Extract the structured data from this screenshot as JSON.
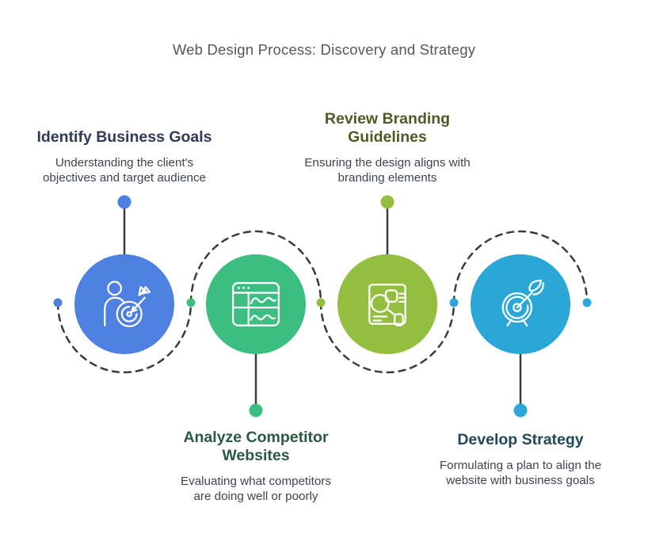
{
  "title": "Web Design Process: Discovery and Strategy",
  "colors": {
    "background": "#FFFFFF",
    "connector_line": "#3B3B3B",
    "title_text": "#56575B",
    "description_text": "#3D4450",
    "icon_stroke": "#FFFFFF"
  },
  "rail_dots": [
    "#4E80E1",
    "#3CBE80",
    "#93BE3F",
    "#2AA7D7",
    "#2AA7D7"
  ],
  "steps": [
    {
      "heading": "Identify Business Goals",
      "heading_lines": [
        "Identify Business Goals"
      ],
      "description": "Understanding the client's objectives and target audience",
      "desc_lines": [
        "Understanding the client's",
        "objectives and target audience"
      ],
      "heading_color": "#2F3B52",
      "circle_color": "#4E80E1",
      "icon": "person-target-icon",
      "label_position": "top"
    },
    {
      "heading": "Analyze Competitor Websites",
      "heading_lines": [
        "Analyze Competitor",
        "Websites"
      ],
      "description": "Evaluating what competitors are doing well or poorly",
      "desc_lines": [
        "Evaluating what competitors",
        "are doing well or poorly"
      ],
      "heading_color": "#2B5A43",
      "circle_color": "#3CBE80",
      "icon": "browser-analytics-icon",
      "label_position": "bottom"
    },
    {
      "heading": "Review Branding Guidelines",
      "heading_lines": [
        "Review Branding",
        "Guidelines"
      ],
      "description": "Ensuring the design aligns with branding elements",
      "desc_lines": [
        "Ensuring the design aligns with",
        "branding elements"
      ],
      "heading_color": "#4D5B27",
      "circle_color": "#93BE3F",
      "icon": "brand-board-icon",
      "label_position": "top"
    },
    {
      "heading": "Develop Strategy",
      "heading_lines": [
        "Develop Strategy"
      ],
      "description": "Formulating a plan to align the website with business goals",
      "desc_lines": [
        "Formulating a plan to align the",
        "website with business goals"
      ],
      "heading_color": "#21485A",
      "circle_color": "#2AA7D7",
      "icon": "target-arrow-icon",
      "label_position": "bottom"
    }
  ]
}
